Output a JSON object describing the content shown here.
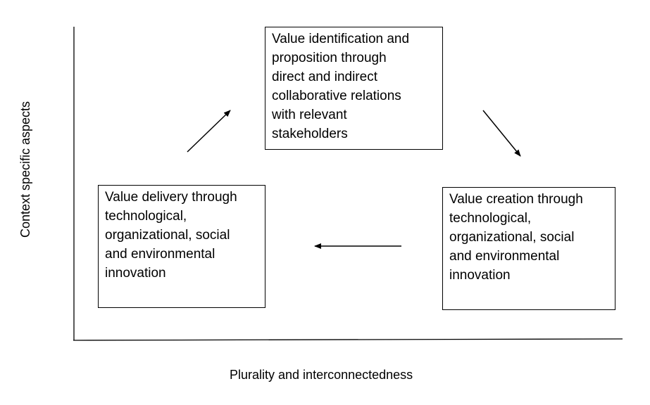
{
  "diagram": {
    "axes": {
      "x_label": "Plurality and interconnectedness",
      "y_label": "Context specific aspects"
    },
    "boxes": {
      "identification": {
        "lines": [
          "Value identification and",
          "proposition through",
          "direct and indirect",
          "collaborative relations",
          "with relevant",
          "stakeholders"
        ]
      },
      "delivery": {
        "lines": [
          "Value delivery through",
          "technological,",
          "organizational, social",
          "and environmental",
          "innovation"
        ]
      },
      "creation": {
        "lines": [
          "Value creation through",
          "technological,",
          "organizational, social",
          "and environmental",
          "innovation"
        ]
      }
    },
    "flow": [
      {
        "from": "delivery",
        "to": "identification"
      },
      {
        "from": "identification",
        "to": "creation"
      },
      {
        "from": "creation",
        "to": "delivery"
      }
    ],
    "colors": {
      "line": "#000000",
      "background": "#ffffff"
    }
  }
}
